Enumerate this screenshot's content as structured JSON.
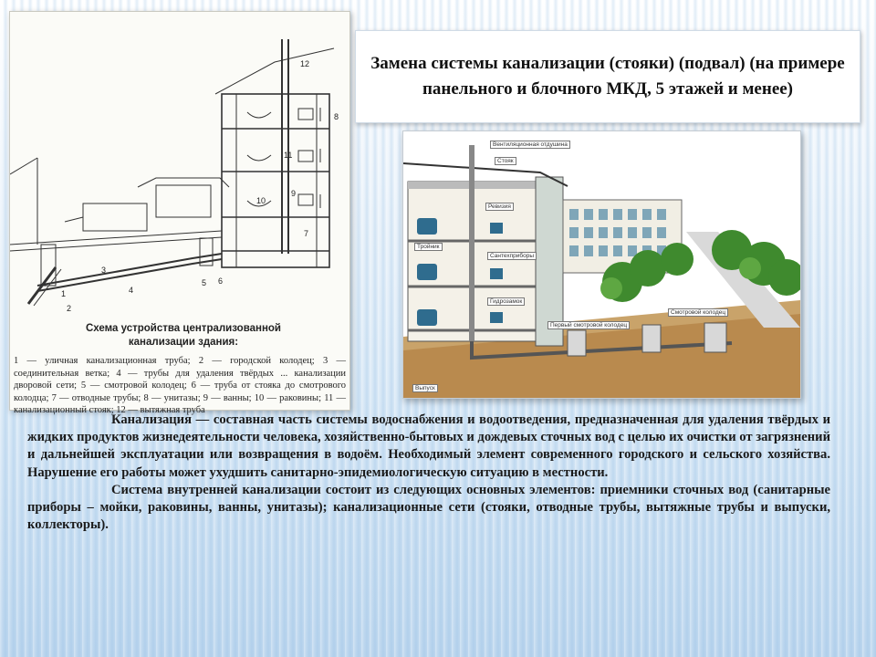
{
  "slide": {
    "title": "Замена системы канализации (стояки) (подвал) (на примере панельного и блочного МКД, 5 этажей и менее)",
    "left_figure": {
      "caption": "Схема устройства централизованной канализации здания:",
      "legend": "1 — уличная канализационная труба; 2 — городской колодец; 3 — соединительная ветка; 4 — трубы для удаления твёрдых ... канализации дворовой сети; 5 — смотровой колодец; 6 — труба от стояка до смотрового колодца; 7 — отводные трубы; 8 — унитазы; 9 — ванны; 10 — раковины; 11 — канализационный стояк; 12 — вытяжная труба",
      "number_labels": [
        "1",
        "2",
        "3",
        "4",
        "5",
        "6",
        "7",
        "8",
        "9",
        "10",
        "11",
        "12"
      ]
    },
    "right_figure": {
      "labels": {
        "vent": "Вентиляционная отдушина",
        "riser": "Стояк",
        "revision": "Ревизия",
        "fixtures": "Сантехприборы",
        "trap": "Гидрозамок",
        "first_well": "Первый смотровой колодец",
        "inspection_well": "Смотровой колодец",
        "outlet": "Выпуск",
        "small": "Тройник"
      }
    },
    "paragraphs": [
      "Канализация — составная часть системы водоснабжения и водоотведения, предназначенная для удаления твёрдых и жидких продуктов жизнедеятельности человека, хозяйственно-бытовых и дождевых сточных вод с целью их очистки от загрязнений и дальнейшей эксплуатации или возвращения в водоём. Необходимый элемент современного городского и сельского хозяйства. Нарушение его работы может ухудшить санитарно-эпидемиологическую ситуацию в местности.",
      "Система внутренней канализации состоит из следующих основных элементов: приемники сточных вод (санитарные приборы – мойки, раковины, ванны, унитазы); канализационные сети (стояки, отводные трубы, вытяжные трубы и выпуски, коллекторы)."
    ]
  }
}
